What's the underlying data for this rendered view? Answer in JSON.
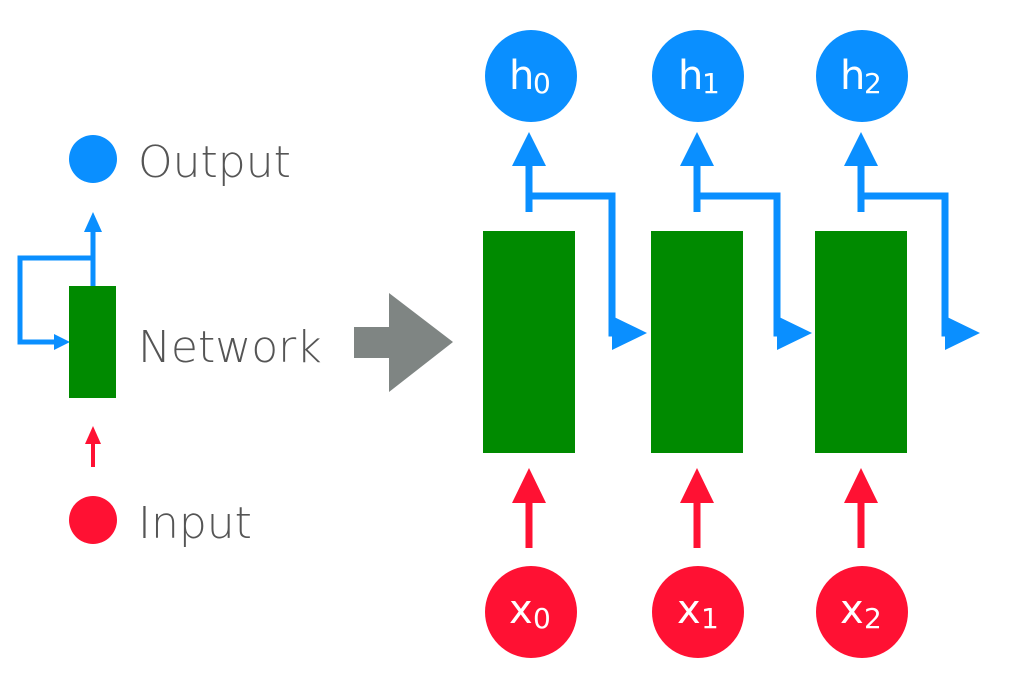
{
  "colors": {
    "output": "#0a8fff",
    "input": "#ff1133",
    "network": "#008a00",
    "unroll_arrow": "#7f8583"
  },
  "legend": {
    "output_label": "Output",
    "network_label": "Network",
    "input_label": "Input"
  },
  "outputs": [
    {
      "letter": "h",
      "index": "0"
    },
    {
      "letter": "h",
      "index": "1"
    },
    {
      "letter": "h",
      "index": "2"
    }
  ],
  "inputs": [
    {
      "letter": "x",
      "index": "0"
    },
    {
      "letter": "x",
      "index": "1"
    },
    {
      "letter": "x",
      "index": "2"
    }
  ]
}
